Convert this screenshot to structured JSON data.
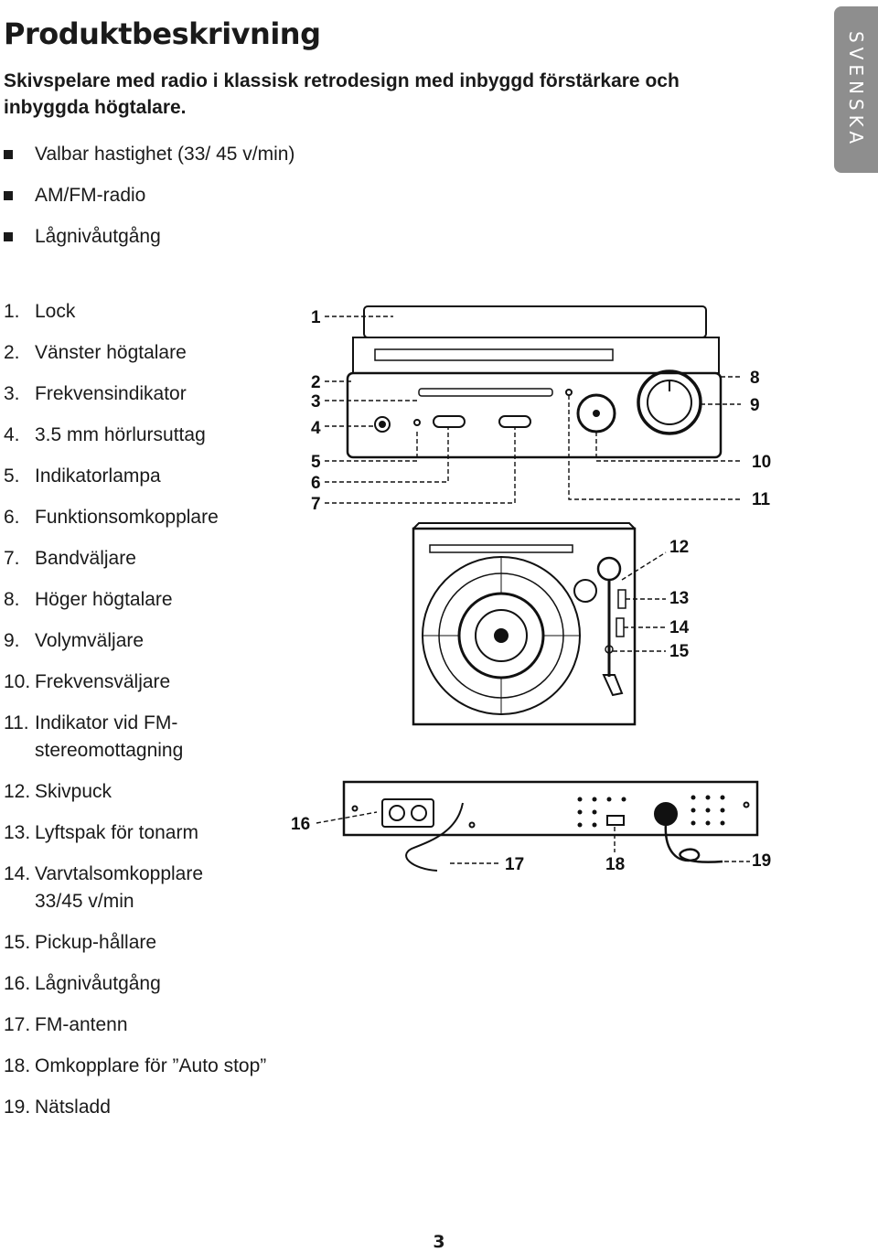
{
  "header": {
    "title": "Produktbeskrivning",
    "language_tab": "SVENSKA"
  },
  "intro": "Skivspelare med radio i klassisk retrodesign med inbyggd förstärkare och inbyggda högtalare.",
  "features": [
    "Valbar hastighet (33/ 45 v/min)",
    "AM/FM-radio",
    "Lågnivåutgång"
  ],
  "parts": [
    {
      "num": "1.",
      "label": "Lock"
    },
    {
      "num": "2.",
      "label": "Vänster högtalare"
    },
    {
      "num": "3.",
      "label": "Frekvensindikator"
    },
    {
      "num": "4.",
      "label": "3.5 mm hörlursuttag"
    },
    {
      "num": "5.",
      "label": "Indikatorlampa"
    },
    {
      "num": "6.",
      "label": "Funktionsomkopplare"
    },
    {
      "num": "7.",
      "label": "Bandväljare"
    },
    {
      "num": "8.",
      "label": "Höger högtalare"
    },
    {
      "num": "9.",
      "label": "Volymväljare"
    },
    {
      "num": "10.",
      "label": "Frekvensväljare"
    },
    {
      "num": "11.",
      "label": "Indikator vid FM-stereomottagning"
    },
    {
      "num": "12.",
      "label": "Skivpuck"
    },
    {
      "num": "13.",
      "label": "Lyftspak för tonarm"
    },
    {
      "num": "14.",
      "label": "Varvtalsomkopplare 33/45 v/min"
    },
    {
      "num": "15.",
      "label": "Pickup-hållare"
    },
    {
      "num": "16.",
      "label": "Lågnivåutgång"
    },
    {
      "num": "17.",
      "label": "FM-antenn"
    },
    {
      "num": "18.",
      "label": "Omkopplare för ”Auto stop”"
    },
    {
      "num": "19.",
      "label": "Nätsladd"
    }
  ],
  "callouts": [
    "1",
    "2",
    "3",
    "4",
    "5",
    "6",
    "7",
    "8",
    "9",
    "10",
    "11",
    "12",
    "13",
    "14",
    "15",
    "16",
    "17",
    "18",
    "19"
  ],
  "page_number": "3"
}
